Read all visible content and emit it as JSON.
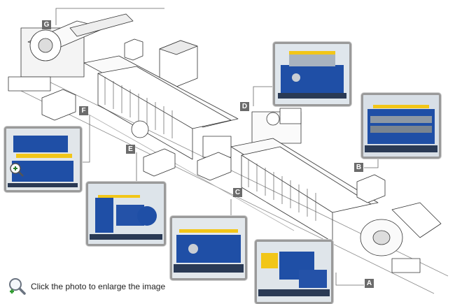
{
  "labels": [
    "A",
    "B",
    "C",
    "D",
    "E",
    "F",
    "G"
  ],
  "caption": {
    "text": "Click the photo to enlarge the image"
  },
  "icons": {
    "hint": "magnifier-plus-icon"
  },
  "colors": {
    "machine_blue": "#1f4fa6",
    "accent_yellow": "#f2c618",
    "tag_gray": "#6b6b6b",
    "frame_gray": "#9a9a9a"
  }
}
